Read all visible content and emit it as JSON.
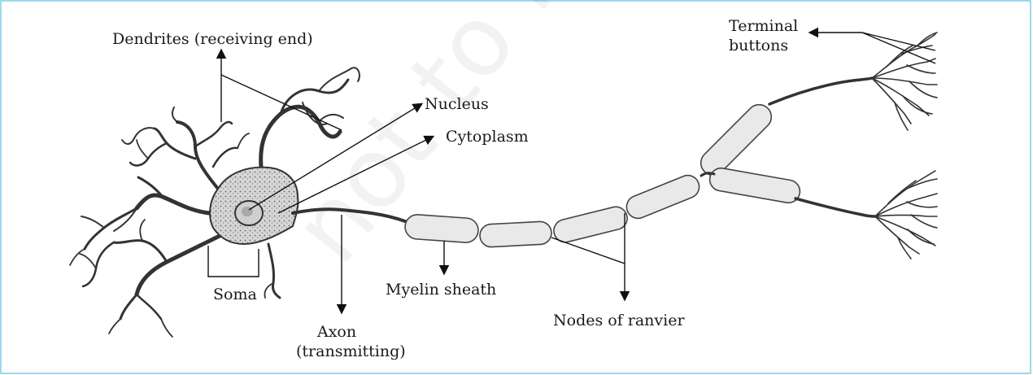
{
  "diagram": {
    "frame_color": "#7fcbe8",
    "ink_color": "#333333",
    "watermark_text": "not to be republished",
    "labels": {
      "dendrites": "Dendrites (receiving end)",
      "nucleus": "Nucleus",
      "cytoplasm": "Cytoplasm",
      "terminal_line1": "Terminal",
      "terminal_line2": "buttons",
      "soma": "Soma",
      "myelin": "Myelin sheath",
      "axon_line1": "Axon",
      "axon_line2": "(transmitting)",
      "nodes": "Nodes of ranvier"
    }
  }
}
